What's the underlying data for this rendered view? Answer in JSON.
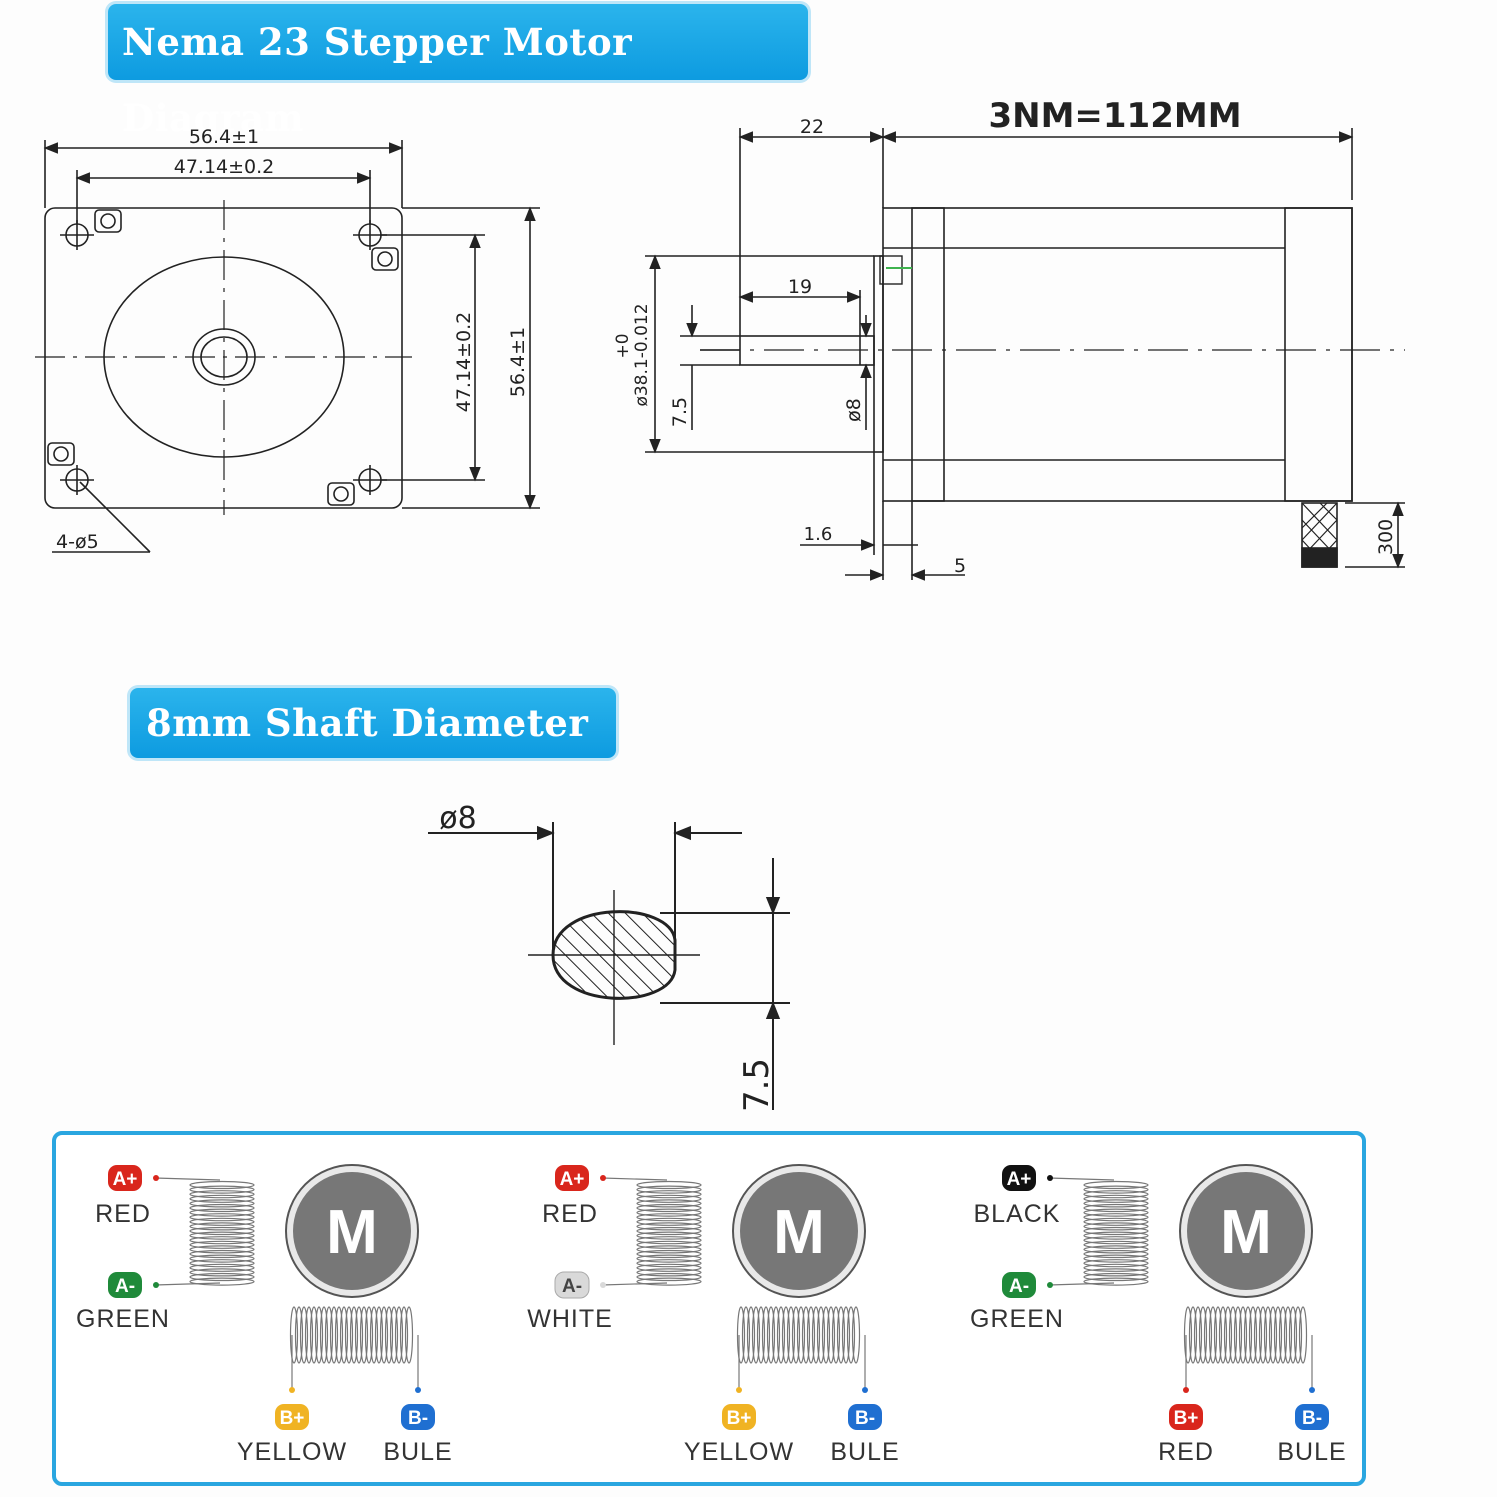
{
  "banners": {
    "motor_diagram": "Nema 23 Stepper Motor Diagram",
    "shaft_diameter": "8mm Shaft Diameter"
  },
  "front_view": {
    "width_outer": "56.4±1",
    "width_holes": "47.14±0.2",
    "height_holes": "47.14±0.2",
    "height_outer": "56.4±1",
    "holes": "4-ø5"
  },
  "side_view": {
    "length_label": "3NM=112MM",
    "shaft_length": "22",
    "flat_length": "19",
    "boss_diameter_upper": "+0",
    "boss_diameter_lower": "ø38.1-0.012",
    "flat_depth": "7.5",
    "shaft_diameter": "ø8",
    "boss_height": "1.6",
    "flange_thickness": "5",
    "lead_length": "300"
  },
  "shaft_section": {
    "diameter": "ø8",
    "flat": "7.5"
  },
  "wiring": {
    "motor_symbol": "M",
    "colors": {
      "red": "#d9261c",
      "green": "#1f8a3a",
      "white": "#d9d9d9",
      "black": "#111111",
      "yellow": "#f0b323",
      "blue": "#1f6fd1",
      "border": "#2aa6e0"
    },
    "diagrams": [
      {
        "a_plus": {
          "badge": "A+",
          "color_name": "RED",
          "color": "red"
        },
        "a_minus": {
          "badge": "A-",
          "color_name": "GREEN",
          "color": "green"
        },
        "b_plus": {
          "badge": "B+",
          "color_name": "YELLOW",
          "color": "yellow"
        },
        "b_minus": {
          "badge": "B-",
          "color_name": "BULE",
          "color": "blue"
        }
      },
      {
        "a_plus": {
          "badge": "A+",
          "color_name": "RED",
          "color": "red"
        },
        "a_minus": {
          "badge": "A-",
          "color_name": "WHITE",
          "color": "white"
        },
        "b_plus": {
          "badge": "B+",
          "color_name": "YELLOW",
          "color": "yellow"
        },
        "b_minus": {
          "badge": "B-",
          "color_name": "BULE",
          "color": "blue"
        }
      },
      {
        "a_plus": {
          "badge": "A+",
          "color_name": "BLACK",
          "color": "black"
        },
        "a_minus": {
          "badge": "A-",
          "color_name": "GREEN",
          "color": "green"
        },
        "b_plus": {
          "badge": "B+",
          "color_name": "RED",
          "color": "red"
        },
        "b_minus": {
          "badge": "B-",
          "color_name": "BULE",
          "color": "blue"
        }
      }
    ]
  }
}
